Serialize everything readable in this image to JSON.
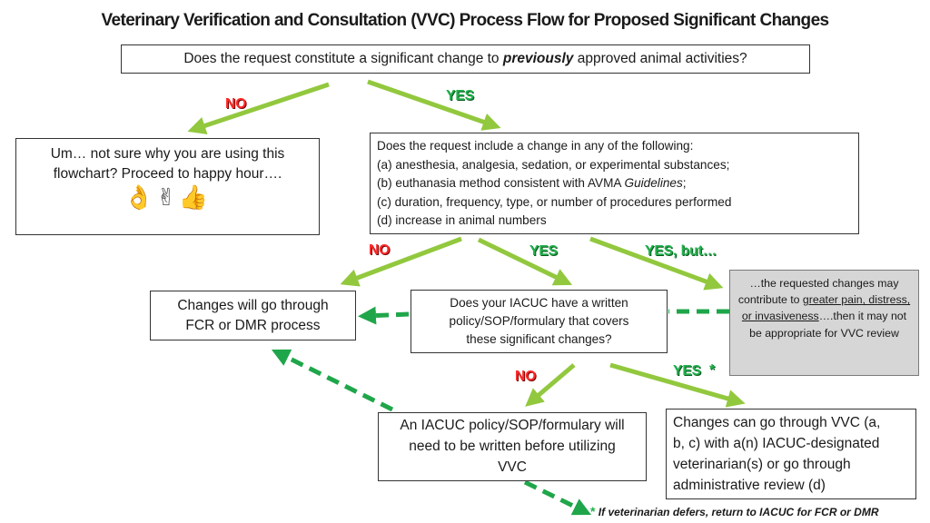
{
  "title": "Veterinary Verification and Consultation (VVC) Process Flow for Proposed Significant Changes",
  "question1": {
    "before": "Does the request constitute a significant change to ",
    "emphasis": "previously",
    "after": " approved animal activities?"
  },
  "unsure_box": {
    "line1": "Um… not sure why you are using this",
    "line2": "flowchart? Proceed to happy hour….",
    "emojis": "👌✌👍"
  },
  "question2": {
    "intro": "Does the request include a change in any of the following:",
    "item_a": "(a) anesthesia, analgesia, sedation, or experimental substances;",
    "item_b_before": "(b) euthanasia method consistent with AVMA ",
    "item_b_emphasis": "Guidelines",
    "item_b_after": ";",
    "item_c": "(c) duration, frequency, type, or number of procedures performed",
    "item_d": "(d) increase in animal numbers"
  },
  "fcr_box": {
    "line1": "Changes will go through",
    "line2": "FCR or DMR process"
  },
  "question3": {
    "line1": "Does your IACUC have a written",
    "line2": "policy/SOP/formulary that covers",
    "line3": "these significant changes?"
  },
  "caution_box": {
    "part1": "…the requested changes may contribute to ",
    "underlined": "greater pain, distress, or invasiveness",
    "part2": "….then it may not be appropriate for VVC review"
  },
  "policy_box": {
    "line1": "An IACUC policy/SOP/formulary will",
    "line2": "need to be written before utilizing",
    "line3": "VVC"
  },
  "vvc_box": {
    "line1": "Changes can go through VVC (a,",
    "line2": "b, c)  with a(n) IACUC-designated",
    "line3": "veterinarian(s) or go through",
    "line4": "administrative review (d)"
  },
  "labels": {
    "no": "NO",
    "yes": "YES",
    "yes_but": "YES, but…",
    "star": "*"
  },
  "footnote": "If veterinarian defers, return to IACUC  for FCR or DMR",
  "colors": {
    "solid_arrow": "#92c83e",
    "dashed_arrow": "#1fa64a",
    "no_label": "#ff2a2a",
    "yes_label": "#22b14c",
    "caution_fill": "#d6d6d6"
  }
}
